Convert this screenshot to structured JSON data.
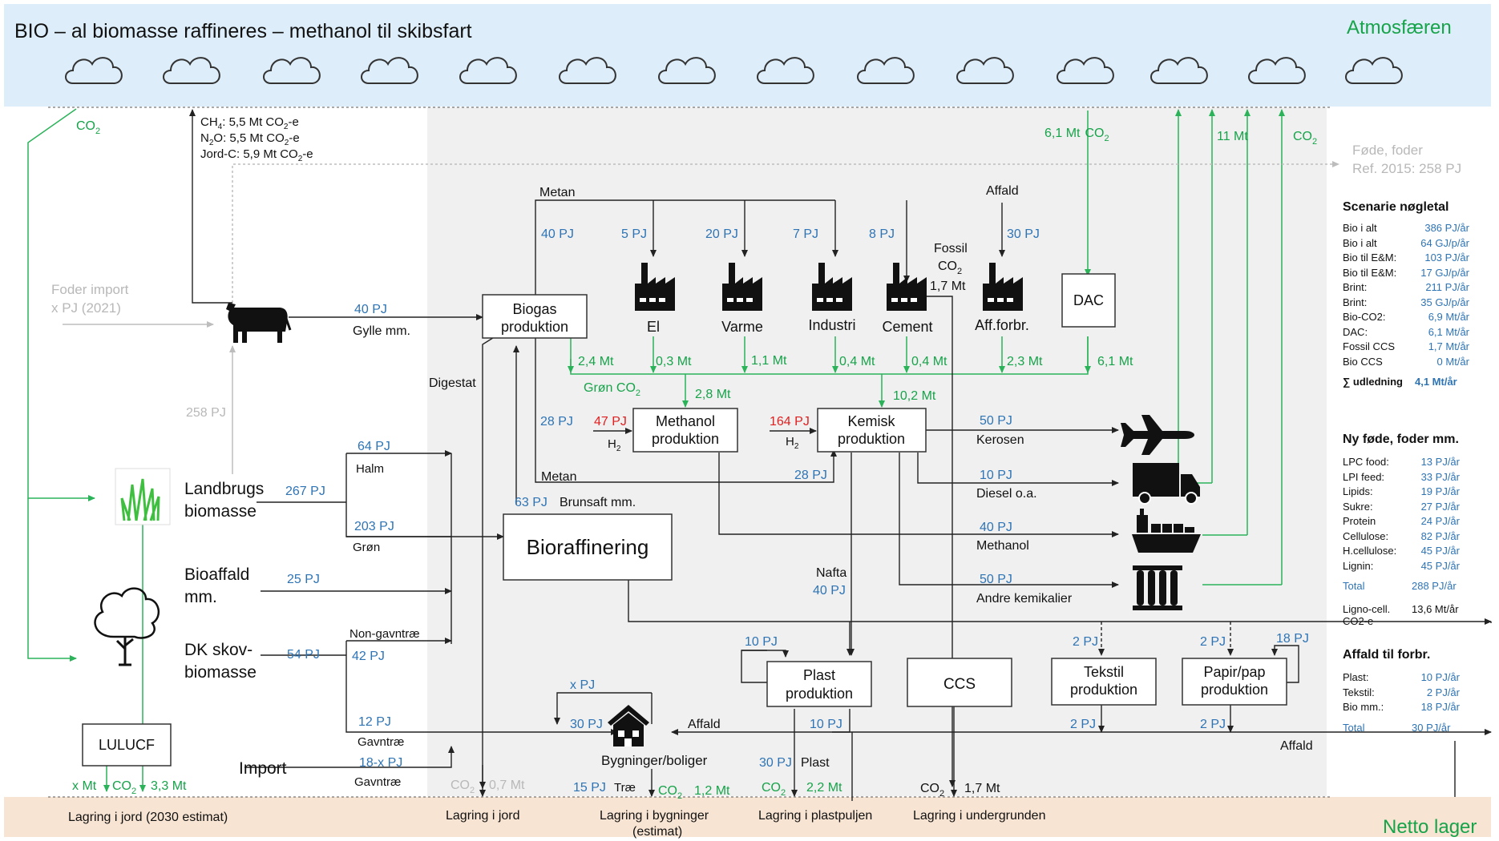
{
  "title": "BIO – al biomasse raffineres – methanol til skibsfart",
  "atmosphere_label": "Atmosfæren",
  "net_storage_label": "Netto lager",
  "top_emissions": {
    "ch4_a": "CH",
    "ch4_b": "4",
    "ch4_c": ": 5,5 Mt CO",
    "ch4_d": "2",
    "ch4_e": "-e",
    "n2o_a": "N",
    "n2o_b": "2",
    "n2o_c": "O: 5,5 Mt CO",
    "n2o_d": "2",
    "n2o_e": "-e",
    "jord_a": "Jord-C: 5,9 Mt CO",
    "jord_b": "2",
    "jord_c": "-e"
  },
  "co2_left": "CO",
  "sub2": "2",
  "feed_ref": {
    "line1": "Føde, foder",
    "line2": "Ref. 2015: 258 PJ"
  },
  "fodder_import": {
    "line1": "Foder  import",
    "line2": "x PJ (2021)"
  },
  "pj258": "258 PJ",
  "co2_top": {
    "dac_mt": "6,1 Mt",
    "co2": "CO",
    "mt11": "11 Mt"
  },
  "nodes": {
    "biogas": [
      "Biogas",
      "produktion"
    ],
    "methanol": [
      "Methanol",
      "produktion"
    ],
    "kemisk": [
      "Kemisk",
      "produktion"
    ],
    "bioraff": "Bioraffinering",
    "dac": "DAC",
    "plast": [
      "Plast",
      "produktion"
    ],
    "ccs": "CCS",
    "tekstil": [
      "Tekstil",
      "produktion"
    ],
    "papir": [
      "Papir/pap",
      "produktion"
    ],
    "lulucf": "LULUCF"
  },
  "sources": {
    "landbrug": [
      "Landbrugs",
      "biomasse"
    ],
    "bioaffald": [
      "Bioaffald",
      "mm."
    ],
    "skov": [
      "DK skov-",
      "biomasse"
    ],
    "import": "Import"
  },
  "consumers": {
    "el": "El",
    "varme": "Varme",
    "industri": "Industri",
    "cement": "Cement",
    "affforbr": "Aff.forbr."
  },
  "labels": {
    "metan": "Metan",
    "affald": "Affald",
    "fossil_a": "Fossil",
    "fossil_b": "CO",
    "fossil_c": "1,7  Mt",
    "gylle": "Gylle mm.",
    "digestat": "Digestat",
    "halm": "Halm",
    "gron": "Grøn",
    "non_gavntrae": "Non-gavntræ",
    "gavntrae": "Gavntræ",
    "gavntrae2": "Gavntræ",
    "brunsaft": "Brunsaft mm.",
    "metan2": "Metan",
    "gron_co2": "Grøn CO",
    "h2": "H",
    "h2b": "H",
    "kerosen": "Kerosen",
    "diesel": "Diesel o.a.",
    "methanol": "Methanol",
    "andre": "Andre kemikalier",
    "nafta": "Nafta",
    "affald2": "Affald",
    "affald3": "Affald",
    "bygninger": "Bygninger/boliger",
    "trae": "Træ",
    "plast": "Plast"
  },
  "values": {
    "pj40a": "40 PJ",
    "pj5": "5 PJ",
    "pj20": "20 PJ",
    "pj7": "7 PJ",
    "pj8": "8 PJ",
    "pj30a": "30 PJ",
    "pj40b": "40 PJ",
    "mt24": "2,4 Mt",
    "mt03": "0,3 Mt",
    "mt11": "1,1 Mt",
    "mt04a": "0,4 Mt",
    "mt04b": "0,4 Mt",
    "mt23": "2,3 Mt",
    "mt61": "6,1 Mt",
    "mt28": "2,8 Mt",
    "mt102": "10,2 Mt",
    "pj28a": "28 PJ",
    "pj47": "47 PJ",
    "pj164": "164 PJ",
    "pj50a": "50 PJ",
    "pj10a": "10 PJ",
    "pj40c": "40 PJ",
    "pj50b": "50 PJ",
    "pj28b": "28 PJ",
    "pj63": "63 PJ",
    "pj64": "64 PJ",
    "pj267": "267 PJ",
    "pj203": "203 PJ",
    "pj25": "25 PJ",
    "pj54": "54 PJ",
    "pj42": "42 PJ",
    "pj12": "12 PJ",
    "pj18x": "18-x PJ",
    "pj40d": "40 PJ",
    "pj10b": "10 PJ",
    "pj2a": "2 PJ",
    "pj2b": "2 PJ",
    "pj18": "18 PJ",
    "xpj": "x PJ",
    "pj30b": "30 PJ",
    "pj10c": "10 PJ",
    "pj2c": "2 PJ",
    "pj2d": "2 PJ",
    "pj15": "15 PJ",
    "pj30c": "30 PJ",
    "xmt": "x Mt",
    "mt33": "3,3 Mt",
    "mt07": "0,7 Mt",
    "mt12": "1,2 Mt",
    "mt22": "2,2 Mt",
    "mt17": "1,7 Mt"
  },
  "storage": {
    "jord2030": "Lagring i jord (2030 estimat)",
    "jord": "Lagring i jord",
    "bygninger_a": "Lagring i bygninger",
    "bygninger_b": "(estimat)",
    "plast": "Lagring i plastpuljen",
    "undergrund": "Lagring i undergrunden"
  },
  "panel_scenario": {
    "title": "Scenarie nøgletal",
    "rows": [
      [
        "Bio i alt",
        "386 PJ/år"
      ],
      [
        "Bio i alt",
        "64 GJ/p/år"
      ],
      [
        "Bio til E&M:",
        "103 PJ/år"
      ],
      [
        "Bio til E&M:",
        "17 GJ/p/år"
      ],
      [
        "Brint:",
        "211 PJ/år"
      ],
      [
        "Brint:",
        "35 GJ/p/år"
      ],
      [
        "Bio-CO2:",
        "6,9 Mt/år"
      ],
      [
        "DAC:",
        "6,1 Mt/år"
      ],
      [
        "Fossil CCS",
        "1,7 Mt/år"
      ],
      [
        "Bio CCS",
        "0 Mt/år"
      ]
    ],
    "total_label": "∑ udledning",
    "total_value": "4,1 Mt/år"
  },
  "panel_food": {
    "title": "Ny føde, foder mm.",
    "rows": [
      [
        "LPC food:",
        "13 PJ/år"
      ],
      [
        "LPI feed:",
        "33 PJ/år"
      ],
      [
        "Lipids:",
        "19 PJ/år"
      ],
      [
        "Sukre:",
        "27 PJ/år"
      ],
      [
        "Protein",
        "24 PJ/år"
      ],
      [
        "Cellulose:",
        "82 PJ/år"
      ],
      [
        "H.cellulose:",
        "45 PJ/år"
      ],
      [
        "Lignin:",
        "45 PJ/år"
      ]
    ],
    "total_label": "Total",
    "total_value": "288 PJ/år",
    "ligno_a": "Ligno-cell.",
    "ligno_b": "CO2-e",
    "ligno_value": "13,6 Mt/år"
  },
  "panel_waste": {
    "title": "Affald til forbr.",
    "rows": [
      [
        "Plast:",
        "10 PJ/år"
      ],
      [
        "Tekstil:",
        "2 PJ/år"
      ],
      [
        "Bio mm.:",
        "18 PJ/år"
      ]
    ],
    "total_label": "Total",
    "total_value": "30 PJ/år"
  }
}
